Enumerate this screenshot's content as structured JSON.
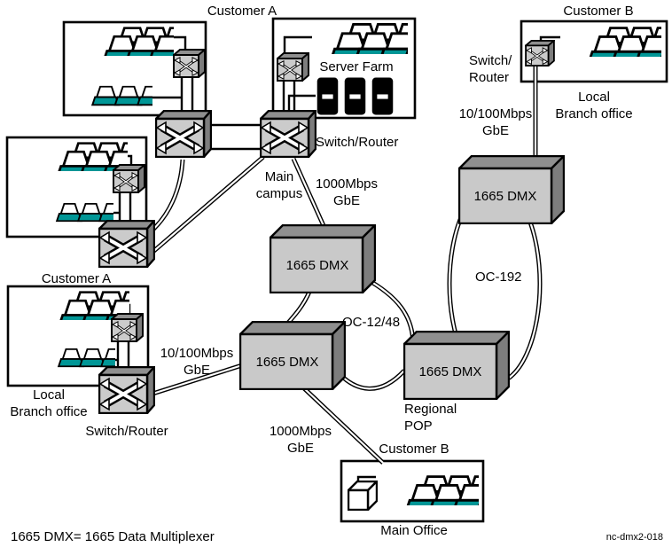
{
  "figure": {
    "caption": "1665 DMX= 1665 Data Multiplexer",
    "figure_id": "nc-dmx2-018"
  },
  "colors": {
    "workstation_teal": "#009696",
    "device_face_gray": "#cbcbcb",
    "device_top_gray": "#8f8f8f",
    "device_side_gray": "#7d7d7d",
    "line_black": "#000000",
    "background": "#ffffff"
  },
  "labels": {
    "customer_a_campus": "Customer A",
    "customer_a_branch": "Customer A",
    "customer_b_branch": "Customer B",
    "customer_b_main": "Customer B",
    "server_farm": "Server Farm",
    "switch_router_campus": "Switch/Router",
    "switch_router_branch_a": "Switch/Router",
    "switch_router_branch_b": "Switch/\nRouter",
    "main_campus": "Main\ncampus",
    "local_branch_office_a": "Local\nBranch office",
    "local_branch_office_b": "Local\nBranch office",
    "main_office": "Main Office",
    "regional_pop": "Regional\nPOP",
    "dmx_core": "1665 DMX",
    "dmx_metro": "1665 DMX",
    "dmx_pop": "1665 DMX",
    "dmx_branch_b": "1665 DMX",
    "link_1000_campus": "1000Mbps\nGbE",
    "link_1000_main_office": "1000Mbps\nGbE",
    "link_10100_branch_a": "10/100Mbps\nGbE",
    "link_10100_branch_b": "10/100Mbps\nGbE",
    "oc_12_48": "OC-12/48",
    "oc_192": "OC-192"
  }
}
